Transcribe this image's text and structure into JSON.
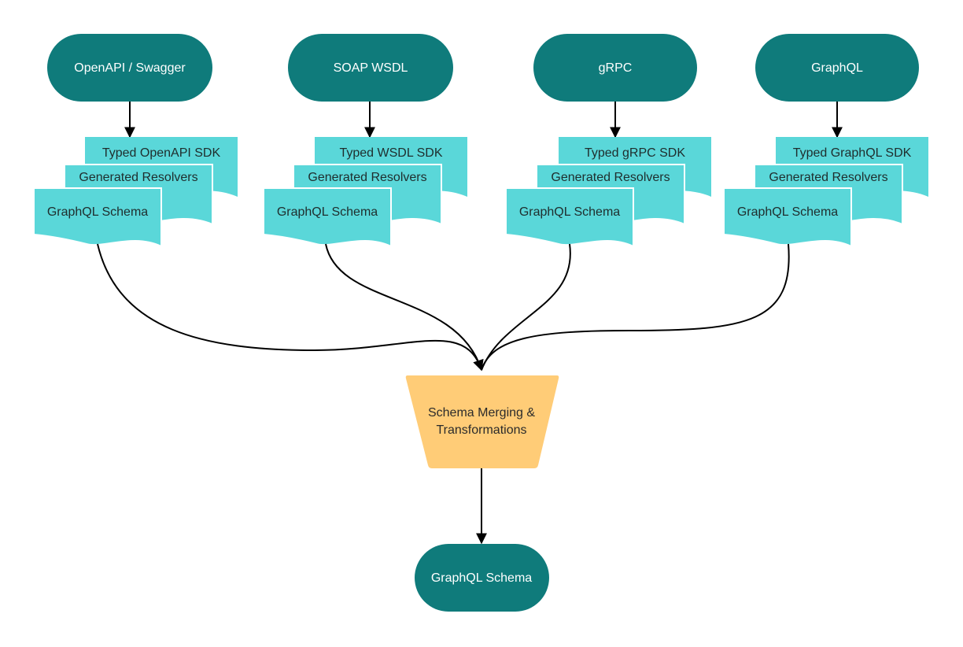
{
  "colors": {
    "pill": "#0f7b7b",
    "doc": "#5ad7d9",
    "doc_stroke": "#ffffff",
    "merge": "#ffcc77",
    "connector": "#000000"
  },
  "sources": [
    {
      "label": "OpenAPI / Swagger",
      "docs": {
        "sdk": "Typed OpenAPI SDK",
        "resolvers": "Generated Resolvers",
        "schema": "GraphQL Schema"
      }
    },
    {
      "label": "SOAP WSDL",
      "docs": {
        "sdk": "Typed WSDL SDK",
        "resolvers": "Generated Resolvers",
        "schema": "GraphQL Schema"
      }
    },
    {
      "label": "gRPC",
      "docs": {
        "sdk": "Typed gRPC SDK",
        "resolvers": "Generated Resolvers",
        "schema": "GraphQL Schema"
      }
    },
    {
      "label": "GraphQL",
      "docs": {
        "sdk": "Typed GraphQL SDK",
        "resolvers": "Generated Resolvers",
        "schema": "GraphQL Schema"
      }
    }
  ],
  "merge": {
    "line1": "Schema Merging &",
    "line2": "Transformations"
  },
  "output": {
    "label": "GraphQL Schema"
  }
}
